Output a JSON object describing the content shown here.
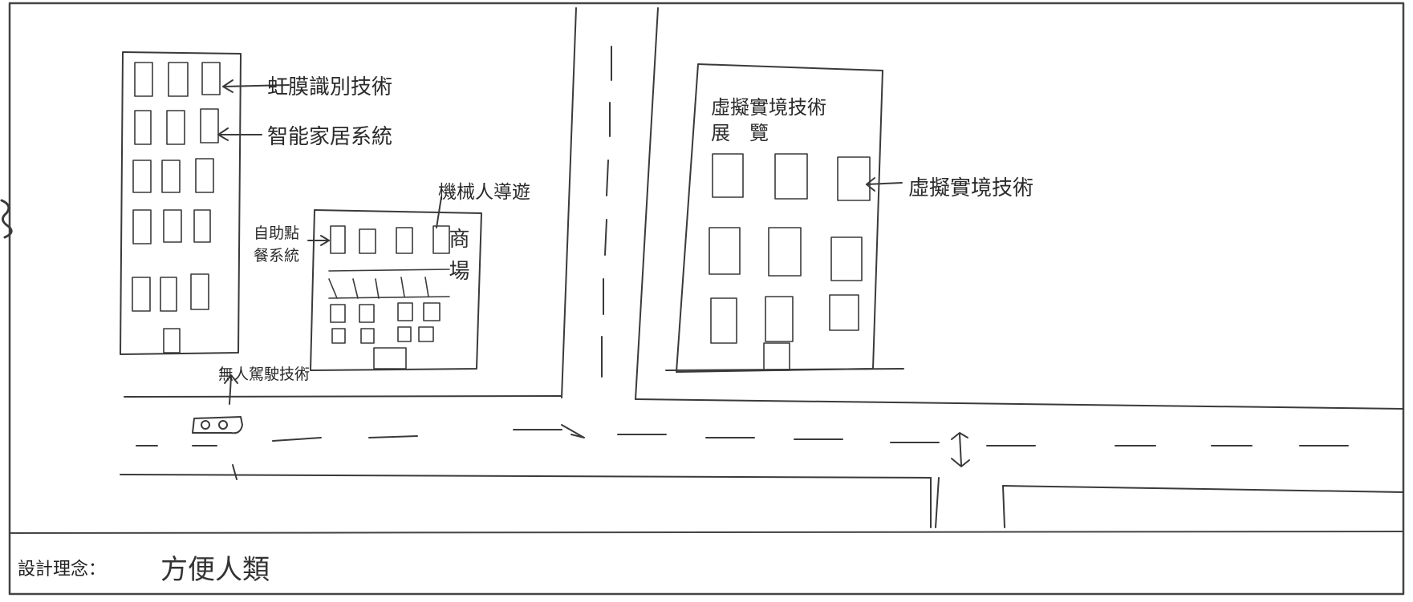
{
  "labels": {
    "iris": "虹膜識別技術",
    "smart_home": "智能家居系統",
    "robot_guide": "機械人導遊",
    "self_order_line1": "自助點",
    "self_order_line2": "餐系統",
    "mall": "商場",
    "driverless": "無人駕駛技術",
    "vr_building_line1": "虛擬實境技術",
    "vr_building_line2": "展　覽",
    "vr_tech": "虛擬實境技術"
  },
  "concept": {
    "label": "設計理念：",
    "value": "方便人類"
  }
}
